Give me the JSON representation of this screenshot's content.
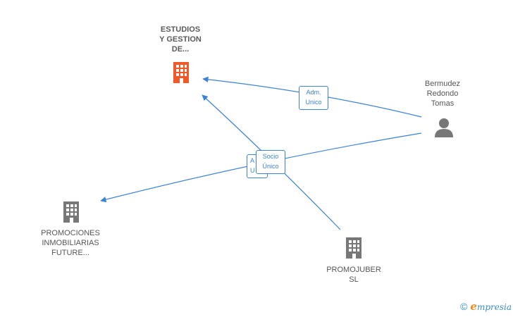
{
  "nodes": {
    "estudios": {
      "label": "ESTUDIOS\nY GESTION\nDE...",
      "color": "#f05a28",
      "icon": "building-icon"
    },
    "bermudez": {
      "label": "Bermudez\nRedondo\nTomas",
      "color": "#777777",
      "icon": "person-icon"
    },
    "promociones": {
      "label": "PROMOCIONES\nINMOBILIARIAS\nFUTURE...",
      "color": "#777777",
      "icon": "building-icon"
    },
    "promojuber": {
      "label": "PROMOJUBER\nSL",
      "color": "#777777",
      "icon": "building-icon"
    }
  },
  "edges": {
    "adm_unico": {
      "label": "Adm.\nUnico"
    },
    "socio_unico": {
      "label": "Socio\nÚnico"
    },
    "hidden": {
      "label": "A\nU"
    }
  },
  "colors": {
    "edge": "#3b82d6",
    "accent": "#f05a28",
    "muted": "#777777"
  },
  "footer": {
    "copyright": "©",
    "brand_initial": "e",
    "brand_rest": "mpresia"
  }
}
